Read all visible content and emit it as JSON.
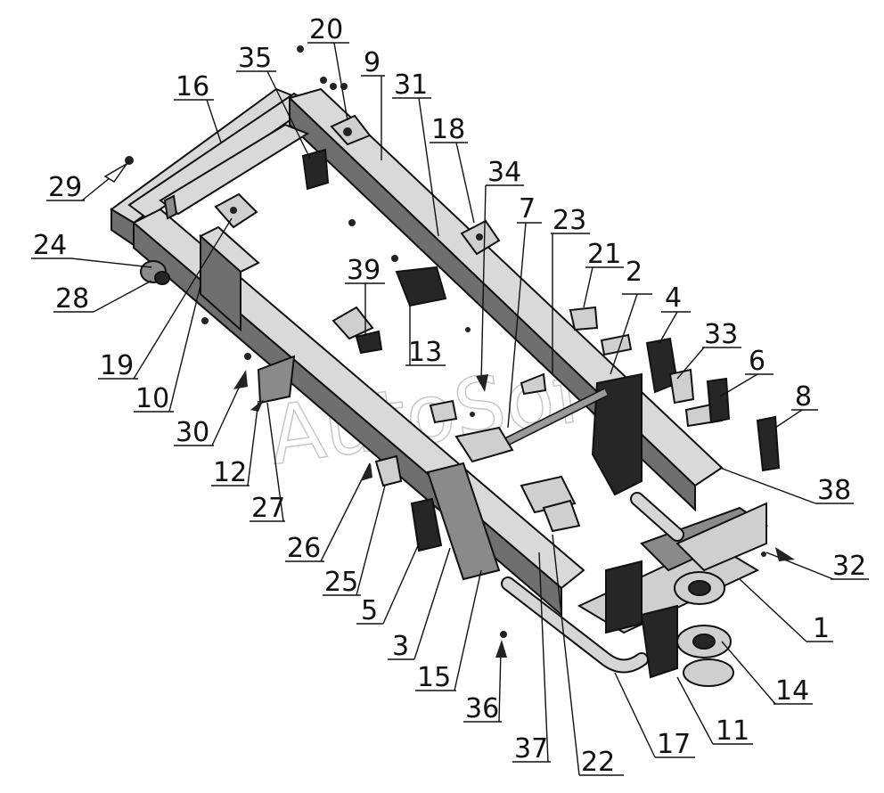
{
  "watermark": "AutoSoft",
  "callouts": [
    "1",
    "2",
    "3",
    "4",
    "5",
    "6",
    "7",
    "8",
    "9",
    "10",
    "11",
    "12",
    "13",
    "14",
    "15",
    "16",
    "17",
    "18",
    "19",
    "20",
    "21",
    "22",
    "23",
    "24",
    "25",
    "26",
    "27",
    "28",
    "29",
    "30",
    "31",
    "32",
    "33",
    "34",
    "35",
    "36",
    "37",
    "38",
    "39"
  ],
  "colors": {
    "line": "#111111",
    "beam_top": "#d9d9d9",
    "beam_side": "#6f6f6f",
    "dark": "#262626",
    "background": "#ffffff"
  }
}
